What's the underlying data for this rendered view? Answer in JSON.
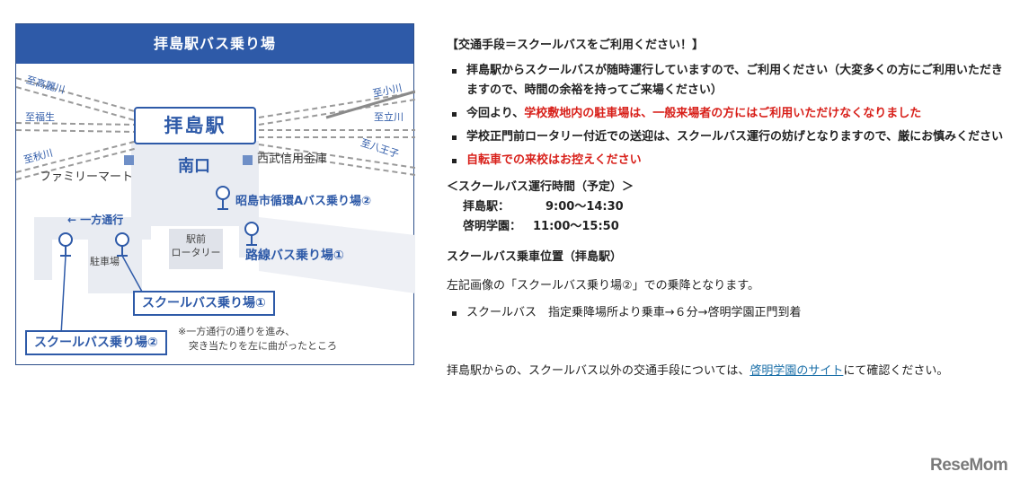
{
  "map": {
    "title": "拝島駅バス乗り場",
    "station": "拝島駅",
    "directions": {
      "takaraise": "至高麗川",
      "fussa": "至福生",
      "akigawa": "至秋川",
      "ogawa": "至小川",
      "tachikawa": "至立川",
      "hachioji": "至八王子"
    },
    "south_exit": "南口",
    "family_mart": "ファミリーマート",
    "seibu_shinkin": "西武信用金庫",
    "akishima_bus_stop": "昭島市循環Aバス乗り場②",
    "one_way": "← 一方通行",
    "parking": "駐車場",
    "rotary": "駅前\nロータリー",
    "route_bus_stop": "路線バス乗り場①",
    "school_bus_stop_1": "スクールバス乗り場①",
    "school_bus_stop_2": "スクールバス乗り場②",
    "note_line1": "※一方通行の通りを進み、",
    "note_line2": "突き当たりを左に曲がったところ"
  },
  "content": {
    "heading": "【交通手段＝スクールバスをご利用ください！】",
    "bullets": [
      {
        "text": "拝島駅からスクールバスが随時運行していますので、ご利用ください（大変多くの方にご利用いただきますので、時間の余裕を持ってご来場ください）"
      },
      {
        "prefix": "今回より、",
        "red": "学校敷地内の駐車場は、一般来場者の方にはご利用いただけなくなりました"
      },
      {
        "text": "学校正門前ロータリー付近での送迎は、スクールバス運行の妨げとなりますので、厳にお慎みください"
      },
      {
        "red": "自転車での来校はお控えください"
      }
    ],
    "schedule_heading": "＜スクールバス運行時間（予定）＞",
    "schedule": [
      {
        "label": "拝島駅：",
        "time": "9:00〜14:30"
      },
      {
        "label": "啓明学園：",
        "time": "11:00〜15:50"
      }
    ],
    "boarding_heading": "スクールバス乗車位置（拝島駅）",
    "boarding_text": "左記画像の「スクールバス乗り場②」での乗降となります。",
    "boarding_bullet": "スクールバス　指定乗降場所より乗車→６分→啓明学園正門到着",
    "other_text_before": "拝島駅からの、スクールバス以外の交通手段については、",
    "other_link": "啓明学園のサイト",
    "other_text_after": "にて確認ください。"
  },
  "logo": "ReseMom"
}
